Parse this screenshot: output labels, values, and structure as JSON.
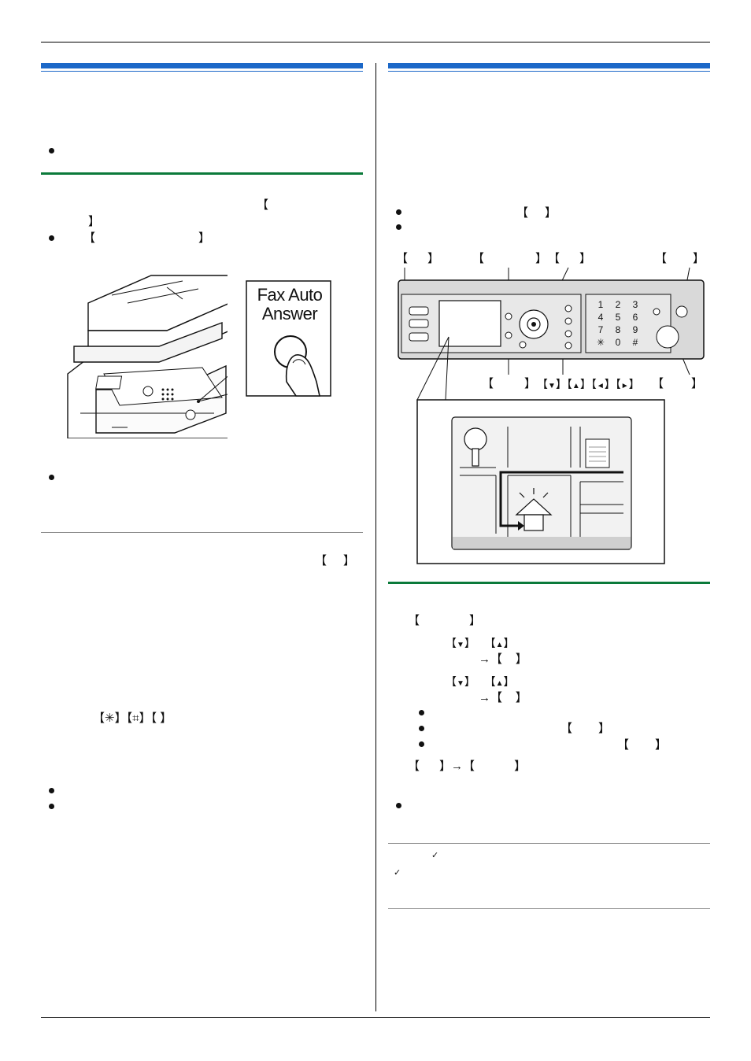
{
  "left": {
    "fig_label": "Fax Auto Answer",
    "fig_label_line1": "Fax Auto",
    "fig_label_line2": "Answer"
  },
  "glyphs": {
    "open_bracket": "【",
    "close_bracket": "】",
    "arrow_right": "→",
    "star": "✳",
    "hash": "⌗",
    "down": "▼",
    "up": "▲",
    "left": "◄",
    "right": "►",
    "check": "✓"
  },
  "keypad": [
    "1",
    "2",
    "3",
    "4",
    "5",
    "6",
    "7",
    "8",
    "9",
    "✳",
    "0",
    "#"
  ],
  "colors": {
    "blue_rule": "#1c68c8",
    "green_rule": "#0b7a3a",
    "panel": "#d9d9d9",
    "screen": "#f2f2f2"
  }
}
